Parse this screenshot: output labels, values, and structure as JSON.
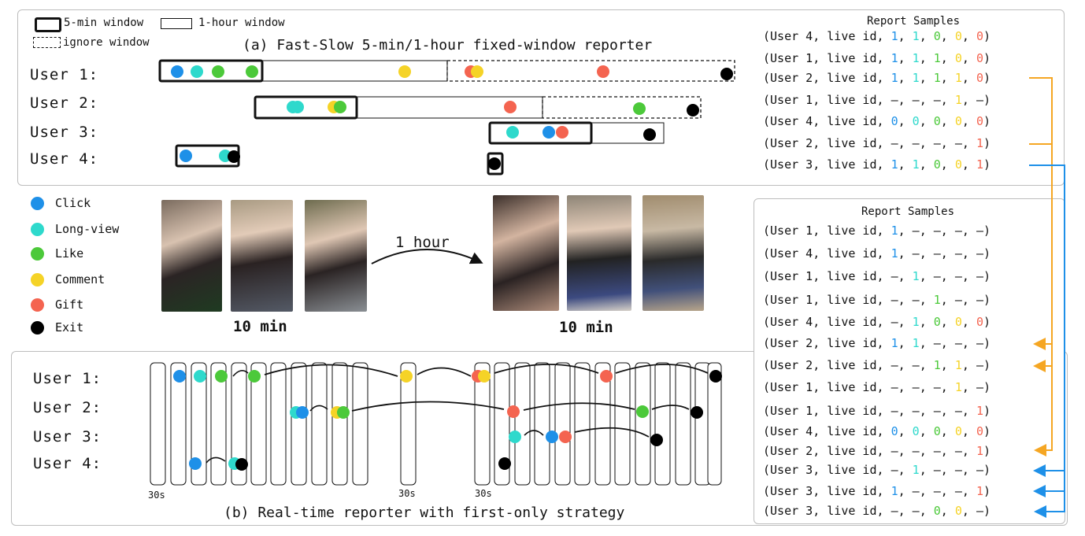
{
  "legend_top": {
    "five_min": "5-min window",
    "one_hour": "1-hour window",
    "ignore": "ignore window"
  },
  "panel_a": {
    "title": "(a) Fast-Slow 5-min/1-hour fixed-window reporter",
    "users": [
      "User 1:",
      "User 2:",
      "User 3:",
      "User 4:"
    ]
  },
  "panel_b": {
    "title": "(b) Real-time reporter with first-only strategy",
    "users": [
      "User 1:",
      "User 2:",
      "User 3:",
      "User 4:"
    ],
    "tick_label": "30s"
  },
  "event_legend": [
    {
      "label": "Click",
      "color": "#1E90E8"
    },
    {
      "label": "Long-view",
      "color": "#2ED9CC"
    },
    {
      "label": "Like",
      "color": "#4CC93A"
    },
    {
      "label": "Comment",
      "color": "#F5D327"
    },
    {
      "label": "Gift",
      "color": "#F46450"
    },
    {
      "label": "Exit",
      "color": "#000000"
    }
  ],
  "colors": {
    "click": "#1E90E8",
    "longview": "#2ED9CC",
    "like": "#4CC93A",
    "comment": "#F5D327",
    "gift": "#F46450",
    "exit": "#000000",
    "orange_arrow": "#F5A623",
    "blue_arrow": "#1E90E8"
  },
  "middle": {
    "one_hour": "1 hour",
    "ten_min_left": "10 min",
    "ten_min_right": "10 min"
  },
  "report_a": {
    "title": "Report Samples",
    "rows": [
      {
        "user": "User 4",
        "vals": [
          "1",
          "1",
          "0",
          "0",
          "0"
        ],
        "cols": [
          "click",
          "longview",
          "like",
          "comment",
          "gift"
        ]
      },
      {
        "user": "User 1",
        "vals": [
          "1",
          "1",
          "1",
          "0",
          "0"
        ],
        "cols": [
          "click",
          "longview",
          "like",
          "comment",
          "gift"
        ]
      },
      {
        "user": "User 2",
        "vals": [
          "1",
          "1",
          "1",
          "1",
          "0"
        ],
        "cols": [
          "click",
          "longview",
          "like",
          "comment",
          "gift"
        ]
      },
      {
        "user": "User 1",
        "vals": [
          "–",
          "–",
          "–",
          "1",
          "–"
        ],
        "cols": [
          "plain",
          "plain",
          "plain",
          "comment",
          "plain"
        ]
      },
      {
        "user": "User 4",
        "vals": [
          "0",
          "0",
          "0",
          "0",
          "0"
        ],
        "cols": [
          "click",
          "longview",
          "like",
          "comment",
          "gift"
        ]
      },
      {
        "user": "User 2",
        "vals": [
          "–",
          "–",
          "–",
          "–",
          "1"
        ],
        "cols": [
          "plain",
          "plain",
          "plain",
          "plain",
          "gift"
        ]
      },
      {
        "user": "User 3",
        "vals": [
          "1",
          "1",
          "0",
          "0",
          "1"
        ],
        "cols": [
          "click",
          "longview",
          "like",
          "comment",
          "gift"
        ]
      }
    ]
  },
  "report_b": {
    "title": "Report Samples",
    "rows": [
      {
        "user": "User 1",
        "vals": [
          "1",
          "–",
          "–",
          "–",
          "–"
        ],
        "cols": [
          "click",
          "plain",
          "plain",
          "plain",
          "plain"
        ]
      },
      {
        "user": "User 4",
        "vals": [
          "1",
          "–",
          "–",
          "–",
          "–"
        ],
        "cols": [
          "click",
          "plain",
          "plain",
          "plain",
          "plain"
        ]
      },
      {
        "user": "User 1",
        "vals": [
          "–",
          "1",
          "–",
          "–",
          "–"
        ],
        "cols": [
          "plain",
          "longview",
          "plain",
          "plain",
          "plain"
        ]
      },
      {
        "user": "User 1",
        "vals": [
          "–",
          "–",
          "1",
          "–",
          "–"
        ],
        "cols": [
          "plain",
          "plain",
          "like",
          "plain",
          "plain"
        ]
      },
      {
        "user": "User 4",
        "vals": [
          "–",
          "1",
          "0",
          "0",
          "0"
        ],
        "cols": [
          "plain",
          "longview",
          "like",
          "comment",
          "gift"
        ]
      },
      {
        "user": "User 2",
        "vals": [
          "1",
          "1",
          "–",
          "–",
          "–"
        ],
        "cols": [
          "click",
          "longview",
          "plain",
          "plain",
          "plain"
        ]
      },
      {
        "user": "User 2",
        "vals": [
          "–",
          "–",
          "1",
          "1",
          "–"
        ],
        "cols": [
          "plain",
          "plain",
          "like",
          "comment",
          "plain"
        ]
      },
      {
        "user": "User 1",
        "vals": [
          "–",
          "–",
          "–",
          "1",
          "–"
        ],
        "cols": [
          "plain",
          "plain",
          "plain",
          "comment",
          "plain"
        ]
      },
      {
        "user": "User 1",
        "vals": [
          "–",
          "–",
          "–",
          "–",
          "1"
        ],
        "cols": [
          "plain",
          "plain",
          "plain",
          "plain",
          "gift"
        ]
      },
      {
        "user": "User 4",
        "vals": [
          "0",
          "0",
          "0",
          "0",
          "0"
        ],
        "cols": [
          "click",
          "longview",
          "like",
          "comment",
          "gift"
        ]
      },
      {
        "user": "User 2",
        "vals": [
          "–",
          "–",
          "–",
          "–",
          "1"
        ],
        "cols": [
          "plain",
          "plain",
          "plain",
          "plain",
          "gift"
        ]
      },
      {
        "user": "User 3",
        "vals": [
          "–",
          "1",
          "–",
          "–",
          "–"
        ],
        "cols": [
          "plain",
          "longview",
          "plain",
          "plain",
          "plain"
        ]
      },
      {
        "user": "User 3",
        "vals": [
          "1",
          "–",
          "–",
          "–",
          "1"
        ],
        "cols": [
          "click",
          "plain",
          "plain",
          "plain",
          "gift"
        ]
      },
      {
        "user": "User 3",
        "vals": [
          "–",
          "–",
          "0",
          "0",
          "–"
        ],
        "cols": [
          "plain",
          "plain",
          "like",
          "comment",
          "plain"
        ]
      }
    ]
  },
  "row_template": {
    "open": "(",
    "mid": ", live id, ",
    "sep": ", ",
    "close": ")"
  }
}
